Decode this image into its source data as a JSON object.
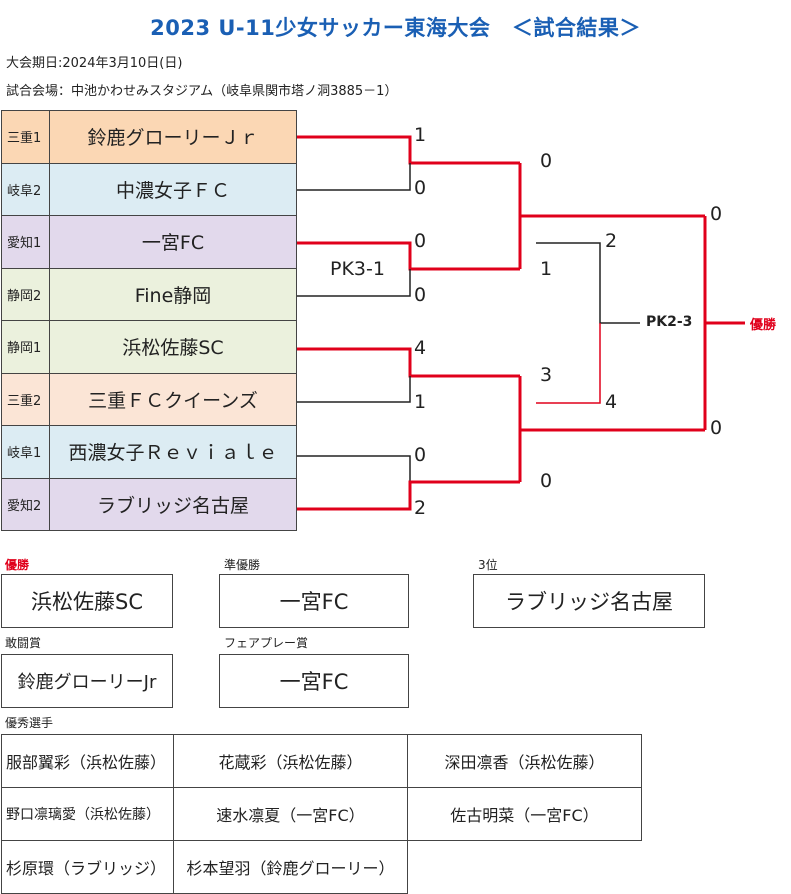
{
  "title": "2023 U-11少女サッカー東海大会　＜試合結果＞",
  "date_line": "大会期日:2024年3月10日(日)",
  "venue_line": "試合会場：中池かわせみスタジアム（岐阜県関市塔ノ洞3885－1）",
  "teams": [
    {
      "pref": "三重1",
      "name": "鈴鹿グローリーＪｒ",
      "color": "#fbd7b4"
    },
    {
      "pref": "岐阜2",
      "name": "中濃女子ＦＣ",
      "color": "#dcecf3"
    },
    {
      "pref": "愛知1",
      "name": "一宮FC",
      "color": "#e2d9ec"
    },
    {
      "pref": "静岡2",
      "name": "Fine静岡",
      "color": "#ebf1dd"
    },
    {
      "pref": "静岡1",
      "name": "浜松佐藤SC",
      "color": "#ebf1dd"
    },
    {
      "pref": "三重2",
      "name": "三重ＦＣクイーンズ",
      "color": "#fbe5d6"
    },
    {
      "pref": "岐阜1",
      "name": "西濃女子Ｒｅｖｉａｌｅ",
      "color": "#dcecf3"
    },
    {
      "pref": "愛知2",
      "name": "ラブリッジ名古屋",
      "color": "#e2d9ec"
    }
  ],
  "scores": {
    "r1_m1_top": "1",
    "r1_m1_bot": "0",
    "r1_m2_top": "0",
    "r1_m2_bot": "0",
    "r1_m2_pk": "PK3-1",
    "r1_m3_top": "4",
    "r1_m3_bot": "1",
    "r1_m4_top": "0",
    "r1_m4_bot": "2",
    "sf1_top": "0",
    "sf1_bot": "1",
    "sf2_top": "3",
    "sf2_bot": "0",
    "third_top": "2",
    "third_bot": "4",
    "final_top": "0",
    "final_bot": "0",
    "final_pk": "PK2-3",
    "champion_label": "優勝"
  },
  "colors": {
    "winner_line": "#e0001b",
    "title": "#1a5fb4"
  },
  "results": {
    "champion_label": "優勝",
    "champion": "浜松佐藤SC",
    "runnerup_label": "準優勝",
    "runnerup": "一宮FC",
    "third_label": "3位",
    "third": "ラブリッジ名古屋",
    "fighting_label": "敢闘賞",
    "fighting": "鈴鹿グローリーJr",
    "fairplay_label": "フェアプレー賞",
    "fairplay": "一宮FC",
    "players_label": "優秀選手"
  },
  "players": [
    [
      "服部翼彩（浜松佐藤）",
      "花蔵彩（浜松佐藤）",
      "深田凛香（浜松佐藤）"
    ],
    [
      "野口凛璃愛（浜松佐藤）",
      "速水凛夏（一宮FC）",
      "佐古明菜（一宮FC）"
    ],
    [
      "杉原環（ラブリッジ）",
      "杉本望羽（鈴鹿グローリー）"
    ]
  ]
}
